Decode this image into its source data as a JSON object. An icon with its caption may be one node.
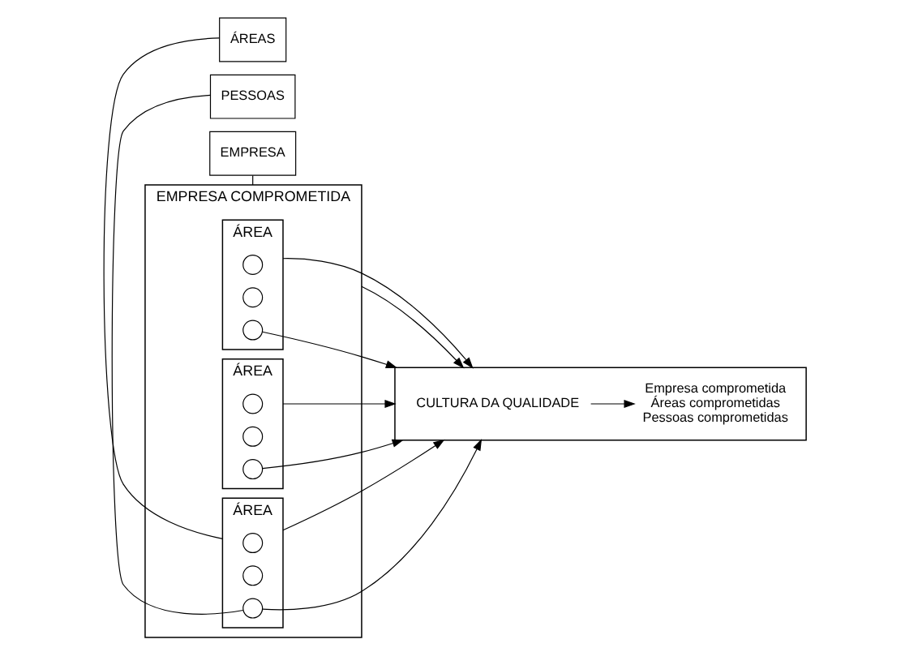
{
  "diagram": {
    "nodes": [
      {
        "text": [
          "EMPRESA COMPROMETIDA"
        ]
      },
      {
        "text": [
          "ÁREA"
        ],
        "in": 0
      },
      {
        "text": [],
        "shape": "circle",
        "in": 1
      },
      {
        "text": [],
        "shape": "circle",
        "in": 1
      },
      {
        "text": [],
        "shape": "circle",
        "in": 1
      },
      {
        "text": [
          "ÁREA"
        ],
        "in": 0
      },
      {
        "text": [],
        "shape": "circle",
        "in": 5
      },
      {
        "text": [],
        "shape": "circle",
        "in": 5
      },
      {
        "text": [],
        "shape": "circle",
        "in": 5
      },
      {
        "text": [
          "ÁREA"
        ],
        "in": 0
      },
      {
        "text": [],
        "shape": "circle",
        "in": 9
      },
      {
        "text": [],
        "shape": "circle",
        "in": 9
      },
      {
        "text": [],
        "shape": "circle",
        "in": 9
      },
      {
        "text": [],
        "shape": "box"
      },
      {
        "text": [
          "CULTURA DA QUALIDADE"
        ],
        "in": 13
      },
      {
        "text": [
          "Empresa comprometida",
          "Áreas comprometidas",
          "Pessoas comprometidas"
        ],
        "in": 13
      },
      {
        "text": [
          "EMPRESA"
        ]
      },
      {
        "text": [
          "PESSOAS"
        ]
      },
      {
        "text": [
          "ÁREAS"
        ]
      }
    ],
    "edges": [
      {
        "from": 0,
        "to": 13,
        "arrow": "to"
      },
      {
        "from": 1,
        "to": 13,
        "arrow": "to"
      },
      {
        "from": 4,
        "to": 13,
        "arrow": "to"
      },
      {
        "from": 5,
        "to": 13,
        "arrow": "to"
      },
      {
        "from": 8,
        "to": 13,
        "arrow": "to"
      },
      {
        "from": 9,
        "to": 13,
        "arrow": "to"
      },
      {
        "from": 12,
        "to": 13,
        "arrow": "to"
      },
      {
        "from": 14,
        "to": 15,
        "arrow": "to"
      },
      {
        "from": 16,
        "to": 0,
        "arrow": "none"
      },
      {
        "from": 17,
        "to": 12,
        "arrow": "none"
      },
      {
        "from": 18,
        "to": 9,
        "arrow": "none"
      }
    ]
  }
}
